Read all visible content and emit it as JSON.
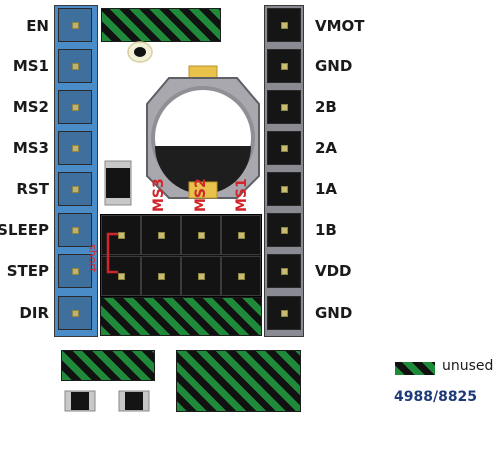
{
  "left_pins": [
    "EN",
    "MS1",
    "MS2",
    "MS3",
    "RST",
    "SLEEP",
    "STEP",
    "DIR"
  ],
  "right_pins": [
    "VMOT",
    "GND",
    "2B",
    "2A",
    "1A",
    "1B",
    "VDD",
    "GND"
  ],
  "jumper_labels": [
    "MS3",
    "MS2",
    "MS1"
  ],
  "short_label": "short",
  "legend": {
    "unused_label": "unused",
    "model_label": "4988/8825"
  },
  "colors": {
    "blue_strip": "#4a8cc8",
    "gray_strip": "#8a8a93",
    "green_hatch": "#1f8a3a",
    "jumper_red": "#d0262b",
    "model_blue": "#1e3a78"
  }
}
